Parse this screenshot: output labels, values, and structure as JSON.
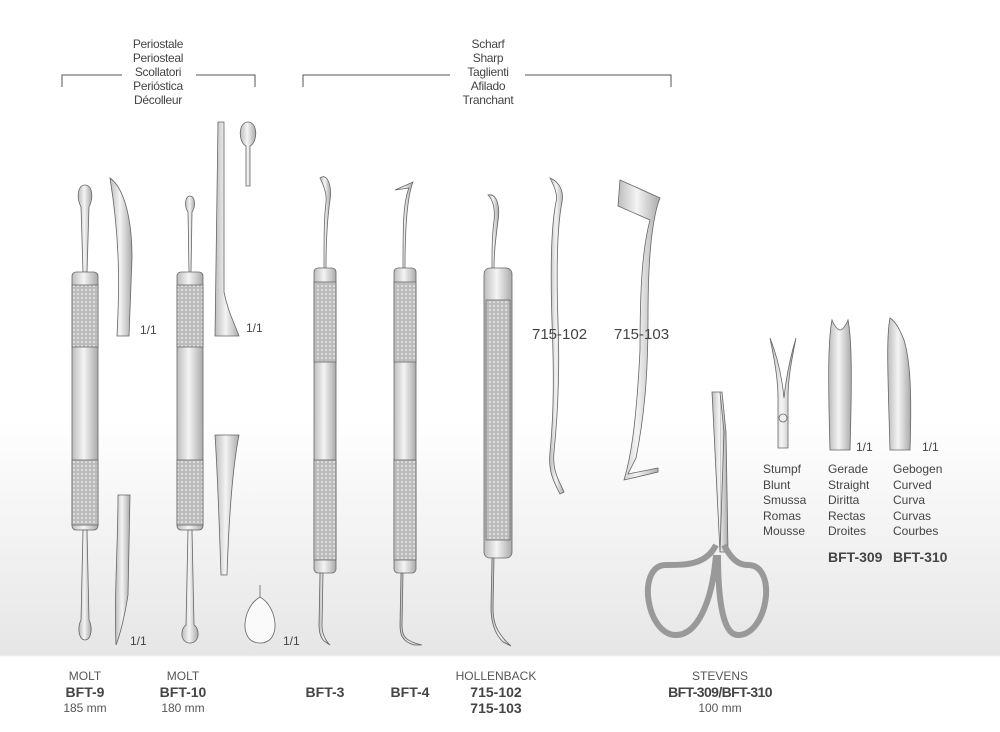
{
  "groups": {
    "periostale": [
      "Periostale",
      "Periosteal",
      "Scollatori",
      "Perióstica",
      "Décolleur"
    ],
    "scharf": [
      "Scharf",
      "Sharp",
      "Taglienti",
      "Afilado",
      "Tranchant"
    ]
  },
  "scale_label": "1/1",
  "inline_codes": {
    "a": "715-102",
    "b": "715-103"
  },
  "scissor_types": [
    {
      "lines": [
        "Stumpf",
        "Blunt",
        "Smussa",
        "Romas",
        "Mousse"
      ]
    },
    {
      "lines": [
        "Gerade",
        "Straight",
        "Diritta",
        "Rectas",
        "Droites"
      ],
      "code": "BFT-309"
    },
    {
      "lines": [
        "Gebogen",
        "Curved",
        "Curva",
        "Curvas",
        "Courbes"
      ],
      "code": "BFT-310"
    }
  ],
  "products": [
    {
      "name": "MOLT",
      "code": "BFT-9",
      "length": "185 mm"
    },
    {
      "name": "MOLT",
      "code": "BFT-10",
      "length": "180 mm"
    },
    {
      "code": "BFT-3"
    },
    {
      "code": "BFT-4"
    },
    {
      "name": "HOLLENBACK",
      "code": "715-102",
      "code2": "715-103"
    },
    {
      "name": "STEVENS",
      "code": "BFT-309/BFT-310",
      "length": "100 mm"
    }
  ],
  "colors": {
    "line": "#555555",
    "steel": "#d8d8d8",
    "text": "#444444"
  }
}
